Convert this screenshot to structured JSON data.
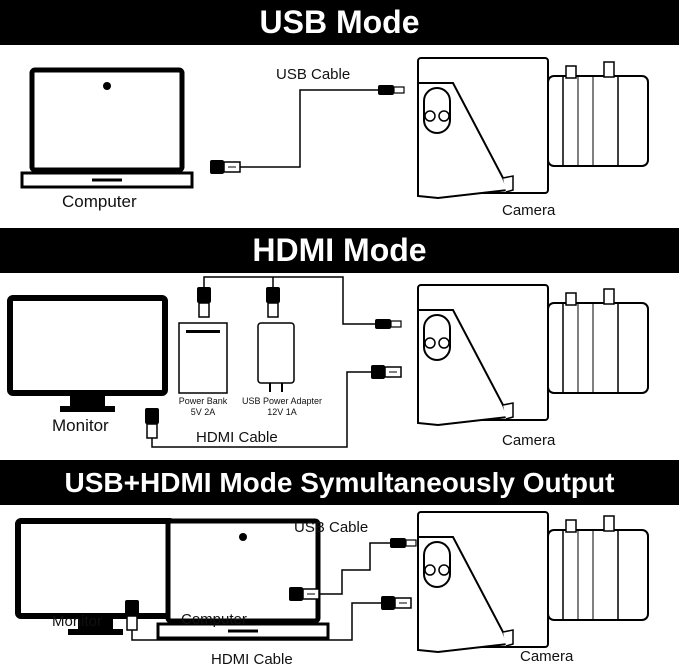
{
  "sections": [
    {
      "title": "USB Mode"
    },
    {
      "title": "HDMI Mode"
    },
    {
      "title": "USB+HDMI Mode Symultaneously Output"
    }
  ],
  "labels": {
    "usb_cable": "USB Cable",
    "computer": "Computer",
    "camera": "Camera",
    "monitor": "Monitor",
    "hdmi_cable": "HDMI Cable",
    "power_bank_name": "Power Bank",
    "power_bank_spec": "5V 2A",
    "adapter_name": "USB Power Adapter",
    "adapter_spec": "12V 1A"
  }
}
